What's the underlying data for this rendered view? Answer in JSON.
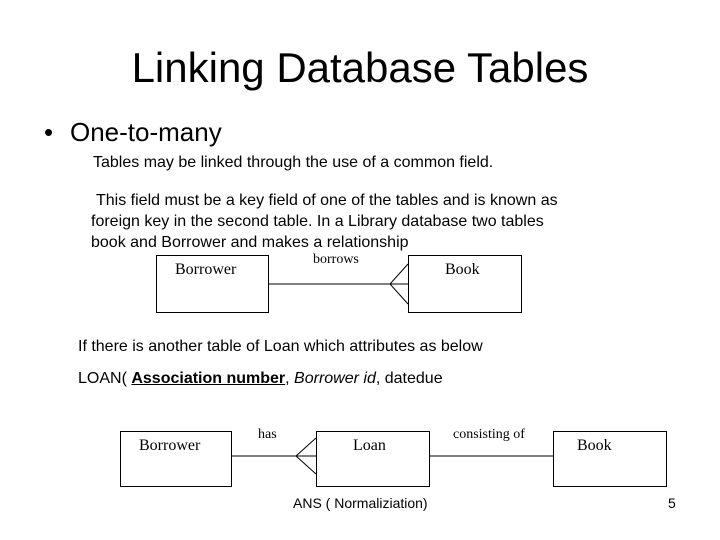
{
  "slide": {
    "title": "Linking Database Tables",
    "bullet": "One-to-many",
    "para1": "Tables may be linked through the use of a common field.",
    "para2_lines": [
      "This field must be a key field of one of the tables and is known as",
      "foreign key in the second table. In a Library database two tables",
      "book and Borrower and makes a relationship"
    ],
    "para3": "If there is another table of Loan which attributes as below",
    "loan_line": {
      "prefix": "LOAN( ",
      "primary_key": "Association number",
      "sep1": ", ",
      "foreign_key": "Borrower id",
      "rest": ", datedue"
    },
    "footer": "ANS ( Normaliziation)",
    "page_number": "5"
  },
  "diagram1": {
    "left_entity": "Borrower",
    "right_entity": "Book",
    "relationship": "borrows"
  },
  "diagram2": {
    "left_entity": "Borrower",
    "middle_entity": "Loan",
    "right_entity": "Book",
    "relationship_left": "has",
    "relationship_right": "consisting of"
  }
}
